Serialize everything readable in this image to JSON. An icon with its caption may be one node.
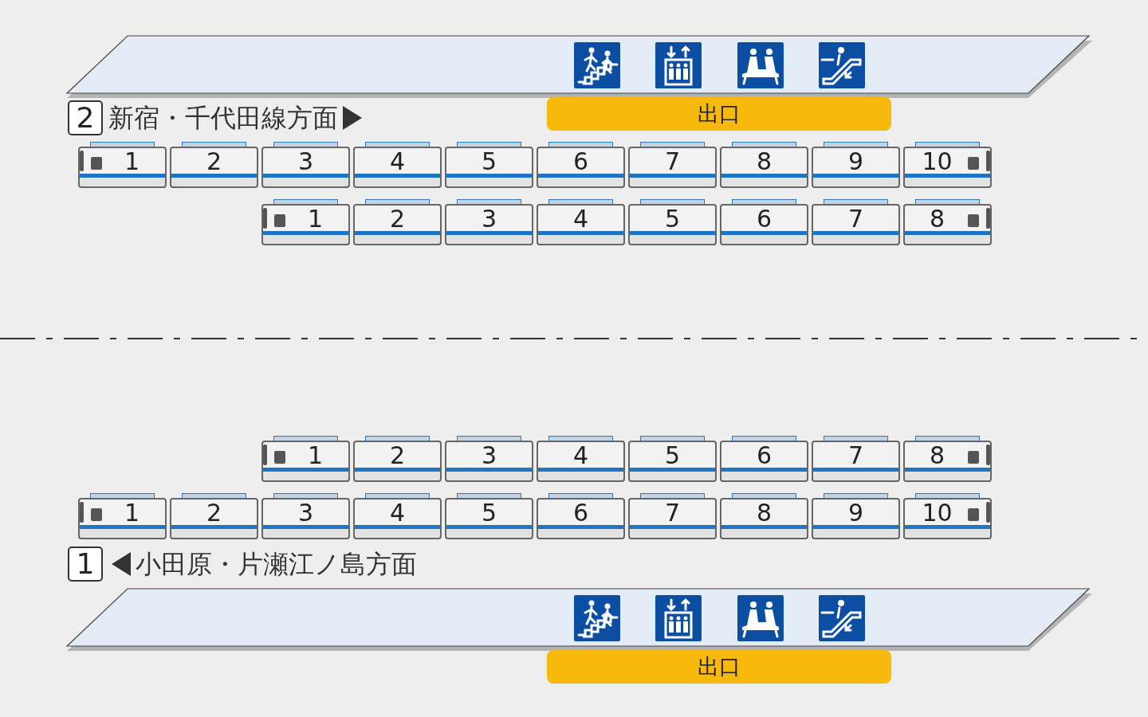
{
  "diagram": {
    "nodes": [
      {
        "text": [
          "2"
        ]
      },
      {
        "text": [
          "出口"
        ]
      },
      {
        "text": [
          "1"
        ]
      },
      {
        "text": [
          "2"
        ]
      },
      {
        "text": [
          "3"
        ]
      },
      {
        "text": [
          "4"
        ]
      },
      {
        "text": [
          "5"
        ]
      },
      {
        "text": [
          "6"
        ]
      },
      {
        "text": [
          "7"
        ]
      },
      {
        "text": [
          "8"
        ]
      },
      {
        "text": [
          "9"
        ]
      },
      {
        "text": [
          "10"
        ]
      },
      {
        "text": [
          "1"
        ]
      },
      {
        "text": [
          "2"
        ]
      },
      {
        "text": [
          "3"
        ]
      },
      {
        "text": [
          "4"
        ]
      },
      {
        "text": [
          "5"
        ]
      },
      {
        "text": [
          "6"
        ]
      },
      {
        "text": [
          "7"
        ]
      },
      {
        "text": [
          "8"
        ]
      },
      {
        "text": [
          "1"
        ]
      },
      {
        "text": [
          "2"
        ]
      },
      {
        "text": [
          "3"
        ]
      },
      {
        "text": [
          "4"
        ]
      },
      {
        "text": [
          "5"
        ]
      },
      {
        "text": [
          "6"
        ]
      },
      {
        "text": [
          "7"
        ]
      },
      {
        "text": [
          "8"
        ]
      },
      {
        "text": [
          "1"
        ]
      },
      {
        "text": [
          "2"
        ]
      },
      {
        "text": [
          "3"
        ]
      },
      {
        "text": [
          "4"
        ]
      },
      {
        "text": [
          "5"
        ]
      },
      {
        "text": [
          "6"
        ]
      },
      {
        "text": [
          "7"
        ]
      },
      {
        "text": [
          "8"
        ]
      },
      {
        "text": [
          "9"
        ]
      },
      {
        "text": [
          "10"
        ]
      },
      {
        "text": [
          "1"
        ]
      },
      {
        "text": [
          "出口"
        ]
      }
    ],
    "labels": [
      "新宿・千代田線方面",
      "小田原・片瀬江ノ島方面"
    ]
  }
}
